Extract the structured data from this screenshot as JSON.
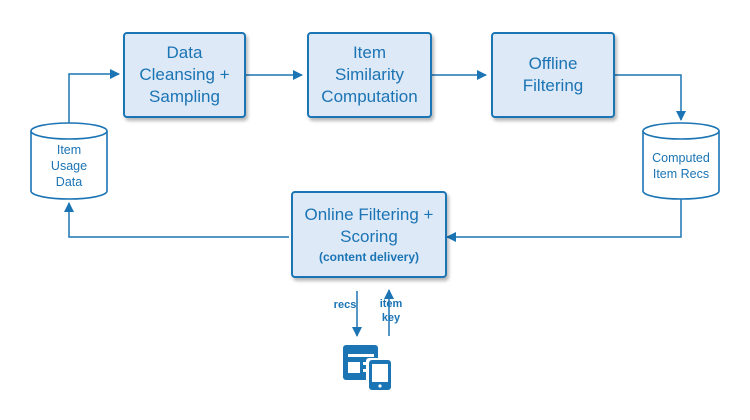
{
  "nodes": {
    "data_cleansing": "Data\nCleansing +\nSampling",
    "item_similarity": "Item\nSimilarity\nComputation",
    "offline_filtering": "Offline\nFiltering",
    "online_filtering": "Online Filtering +\nScoring",
    "online_filtering_sub": "(content delivery)",
    "item_usage_data": "Item\nUsage\nData",
    "computed_item_recs": "Computed\nItem Recs"
  },
  "edge_labels": {
    "recs": "recs",
    "item_key": "item\nkey"
  },
  "icons": {
    "client_devices": "browser-and-phone-icon"
  },
  "colors": {
    "accent": "#1b74b4",
    "box_fill": "#dde9f7",
    "db_fill": "#ffffff"
  }
}
